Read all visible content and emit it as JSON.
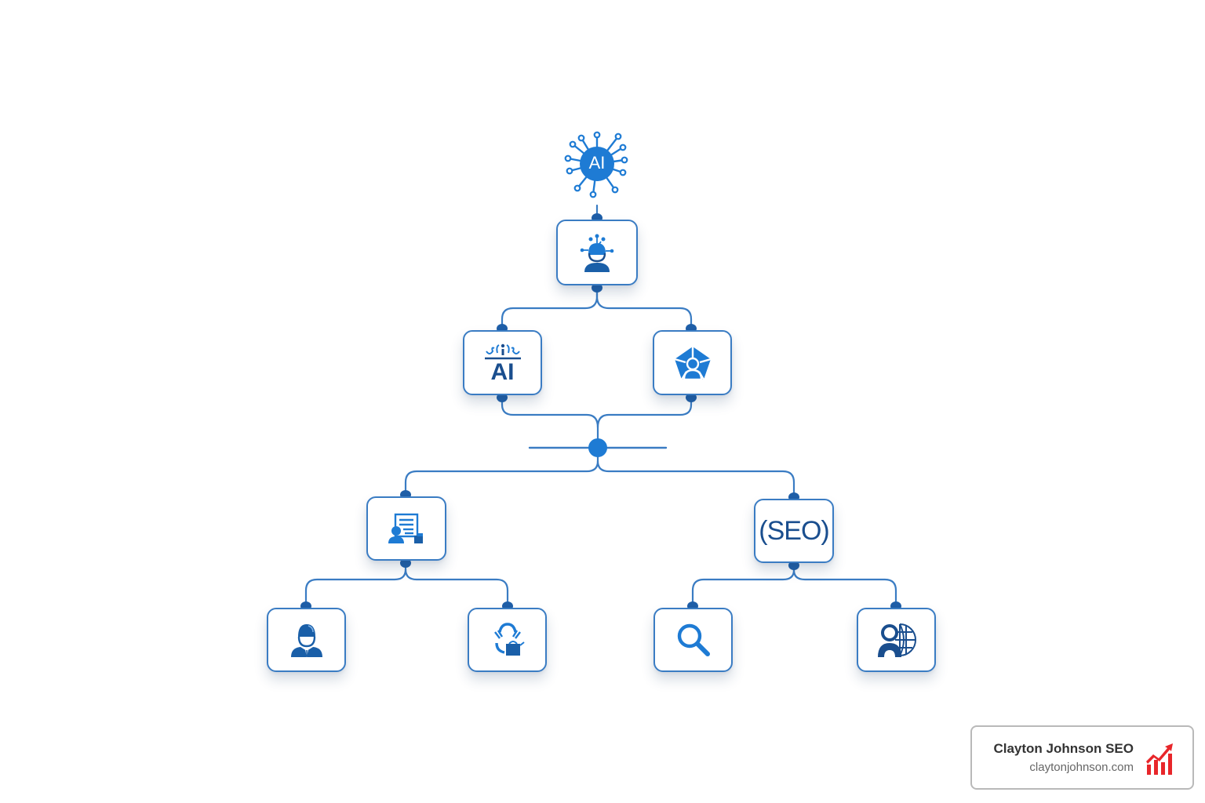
{
  "diagram": {
    "type": "hierarchy",
    "colors": {
      "line": "#3a7cc3",
      "connector_dot": "#1f5fa8",
      "icon_primary": "#1e7bd4",
      "icon_dark": "#1a4e8e",
      "node_border": "#3a7cc3",
      "node_bg": "#ffffff"
    },
    "root": {
      "icon": "ai-network-icon",
      "label": "AI"
    },
    "level1": {
      "icon": "person-ideas-icon"
    },
    "level2": [
      {
        "icon": "ai-crown-icon",
        "label": "AI"
      },
      {
        "icon": "team-pentagon-icon"
      }
    ],
    "junction": {
      "icon": "hub-dot"
    },
    "level3": [
      {
        "icon": "content-person-icon"
      },
      {
        "icon": "seo-text-icon",
        "label": "(SEO)"
      }
    ],
    "leaves": [
      {
        "icon": "businessman-icon",
        "parent": 0
      },
      {
        "icon": "cycle-kettle-icon",
        "parent": 0
      },
      {
        "icon": "magnifier-icon",
        "parent": 1
      },
      {
        "icon": "global-user-icon",
        "parent": 1
      }
    ]
  },
  "badge": {
    "title": "Clayton Johnson SEO",
    "url": "claytonjohnson.com",
    "icon": "growth-chart-icon",
    "accent": "#e8262a"
  }
}
